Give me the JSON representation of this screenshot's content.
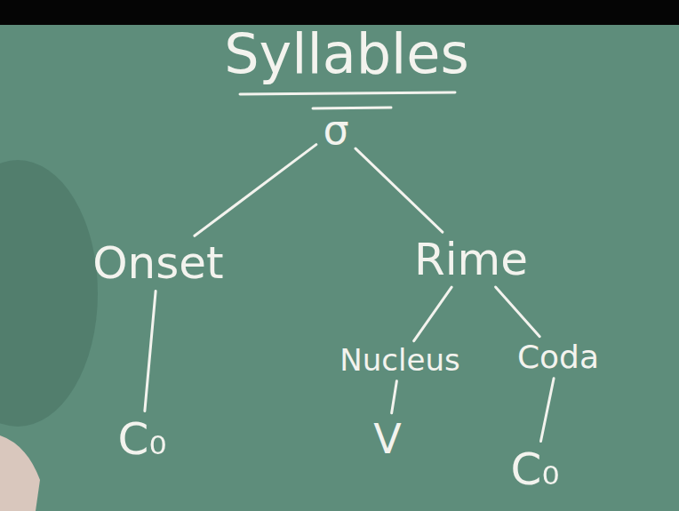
{
  "diagram": {
    "title": "Syllables",
    "nodes": [
      {
        "text": [
          "σ"
        ]
      },
      {
        "text": [
          "Onset"
        ]
      },
      {
        "text": [
          "Rime"
        ]
      },
      {
        "text": [
          "Nucleus"
        ]
      },
      {
        "text": [
          "Coda"
        ]
      },
      {
        "text": [
          "C₀"
        ]
      },
      {
        "text": [
          "V"
        ]
      },
      {
        "text": [
          "C₀"
        ]
      }
    ],
    "edges": [
      {
        "from": 0,
        "to": 1,
        "arrow": "none"
      },
      {
        "from": 0,
        "to": 2,
        "arrow": "none"
      },
      {
        "from": 2,
        "to": 3,
        "arrow": "none"
      },
      {
        "from": 2,
        "to": 4,
        "arrow": "none"
      },
      {
        "from": 1,
        "to": 5,
        "arrow": "none"
      },
      {
        "from": 3,
        "to": 6,
        "arrow": "none"
      },
      {
        "from": 4,
        "to": 7,
        "arrow": "none"
      }
    ]
  }
}
